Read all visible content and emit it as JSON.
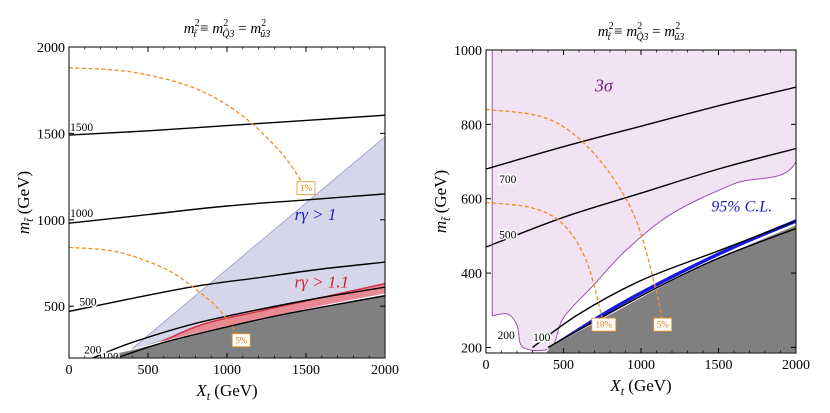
{
  "colors": {
    "excluded": "#808080",
    "blue_region": "#d6d6ea",
    "blue_region_edge": "#9a9ac8",
    "red_band": "#e88a96",
    "red_edge": "#d2384a",
    "orange": "#f08c1e",
    "purple_region": "#f1e3f3",
    "purple_edge": "#9b4fb0",
    "blue_band": "#1a1adc",
    "contour": "#000000",
    "label_blue": "#1a1ac8",
    "label_red": "#d81a2a",
    "label_purple": "#7a1a8a"
  },
  "chart_data": [
    {
      "type": "contour",
      "title": "m²t̃ ≡ m²Q̃3 = m²ũ3",
      "title_parts": {
        "lhs": "m",
        "lhs_sub": "t̃",
        "eq1": "≡",
        "mid": "m",
        "mid_sub": "Q̃3",
        "eq2": "=",
        "rhs": "m",
        "rhs_sub": "ũ3"
      },
      "xlabel": "X",
      "xlabel_sub": "t",
      "xlabel_unit": "(GeV)",
      "ylabel": "m",
      "ylabel_sub": "t̃",
      "ylabel_unit": "(GeV)",
      "xlim": [
        0,
        2000
      ],
      "ylim": [
        200,
        2000
      ],
      "xticks": [
        "0",
        "500",
        "1000",
        "1500",
        "2000"
      ],
      "xtick_values": [
        0,
        500,
        1000,
        1500,
        2000
      ],
      "yticks": [
        "500",
        "1000",
        "1500",
        "2000"
      ],
      "ytick_values": [
        500,
        1000,
        1500,
        2000
      ],
      "excluded_boundary": [
        [
          150,
          200
        ],
        [
          400,
          250
        ],
        [
          800,
          340
        ],
        [
          1200,
          420
        ],
        [
          1600,
          500
        ],
        [
          2000,
          570
        ]
      ],
      "blue_region": [
        [
          330,
          200
        ],
        [
          2000,
          1480
        ],
        [
          2000,
          620
        ],
        [
          1600,
          540
        ],
        [
          1200,
          460
        ],
        [
          800,
          370
        ],
        [
          450,
          260
        ],
        [
          380,
          200
        ]
      ],
      "red_band_top": [
        [
          380,
          200
        ],
        [
          800,
          380
        ],
        [
          1200,
          470
        ],
        [
          1600,
          550
        ],
        [
          2000,
          630
        ]
      ],
      "contours": [
        {
          "label": "1500",
          "points": [
            [
              0,
              1490
            ],
            [
              500,
              1515
            ],
            [
              1000,
              1545
            ],
            [
              1500,
              1575
            ],
            [
              2000,
              1605
            ]
          ]
        },
        {
          "label": "1000",
          "points": [
            [
              0,
              980
            ],
            [
              500,
              1030
            ],
            [
              1000,
              1080
            ],
            [
              1500,
              1115
            ],
            [
              2000,
              1150
            ]
          ]
        },
        {
          "label": "500",
          "points": [
            [
              0,
              470
            ],
            [
              400,
              545
            ],
            [
              800,
              615
            ],
            [
              1200,
              665
            ],
            [
              1600,
              715
            ],
            [
              2000,
              755
            ]
          ]
        },
        {
          "label": "200",
          "points": [
            [
              150,
              200
            ],
            [
              400,
              290
            ],
            [
              800,
              400
            ],
            [
              1200,
              480
            ],
            [
              1600,
              550
            ],
            [
              2000,
              610
            ]
          ]
        },
        {
          "label": "100",
          "points": [
            [
              300,
              200
            ],
            [
              600,
              290
            ],
            [
              1000,
              380
            ],
            [
              1400,
              460
            ],
            [
              2000,
              560
            ]
          ]
        }
      ],
      "contour_label_positions": [
        [
          80,
          1530
        ],
        [
          80,
          1030
        ],
        [
          120,
          520
        ],
        [
          150,
          240
        ],
        [
          260,
          200
        ]
      ],
      "orange_curves": [
        {
          "label": "1%",
          "points": [
            [
              0,
              1880
            ],
            [
              400,
              1855
            ],
            [
              800,
              1760
            ],
            [
              1100,
              1600
            ],
            [
              1350,
              1380
            ],
            [
              1500,
              1180
            ]
          ]
        },
        {
          "label": "5%",
          "points": [
            [
              0,
              840
            ],
            [
              300,
              815
            ],
            [
              600,
              720
            ],
            [
              800,
              600
            ],
            [
              960,
              470
            ],
            [
              1090,
              300
            ]
          ]
        }
      ],
      "region_labels": [
        {
          "text": "rγ > 1",
          "x": 1560,
          "y": 1020,
          "color": "label_blue",
          "size": 17
        },
        {
          "text": "rγ > 1.1",
          "x": 1600,
          "y": 630,
          "color": "label_red",
          "size": 17
        }
      ]
    },
    {
      "type": "contour",
      "title": "m²t̃ ≡ m²Q̃3 = m²ũ3",
      "title_parts": {
        "lhs": "m",
        "lhs_sub": "t̃",
        "eq1": "≡",
        "mid": "m",
        "mid_sub": "Q̃3",
        "eq2": "=",
        "rhs": "m",
        "rhs_sub": "ũ3"
      },
      "xlabel": "X",
      "xlabel_sub": "t",
      "xlabel_unit": "(GeV)",
      "ylabel": "m",
      "ylabel_sub": "t̃",
      "ylabel_unit": "(GeV)",
      "xlim": [
        0,
        2000
      ],
      "ylim": [
        185,
        1000
      ],
      "xticks": [
        "0",
        "500",
        "1000",
        "1500",
        "2000"
      ],
      "xtick_values": [
        0,
        500,
        1000,
        1500,
        2000
      ],
      "yticks": [
        "200",
        "400",
        "600",
        "800",
        "1000"
      ],
      "ytick_values": [
        200,
        400,
        600,
        800,
        1000
      ],
      "excluded_boundary": [
        [
          400,
          200
        ],
        [
          800,
          290
        ],
        [
          1200,
          380
        ],
        [
          1600,
          460
        ],
        [
          2000,
          530
        ],
        [
          2000,
          530
        ]
      ],
      "purple_region": [
        [
          40,
          1000
        ],
        [
          2000,
          1000
        ],
        [
          2000,
          700
        ],
        [
          1600,
          640
        ],
        [
          1200,
          560
        ],
        [
          900,
          460
        ],
        [
          700,
          370
        ],
        [
          500,
          280
        ],
        [
          420,
          200
        ],
        [
          240,
          200
        ],
        [
          200,
          260
        ],
        [
          140,
          290
        ],
        [
          40,
          285
        ]
      ],
      "blue_band_top": [
        [
          420,
          200
        ],
        [
          800,
          300
        ],
        [
          1200,
          390
        ],
        [
          1600,
          470
        ],
        [
          2000,
          540
        ]
      ],
      "contours": [
        {
          "label": "700",
          "points": [
            [
              0,
              680
            ],
            [
              500,
              740
            ],
            [
              1000,
              795
            ],
            [
              1500,
              850
            ],
            [
              2000,
              900
            ]
          ]
        },
        {
          "label": "500",
          "points": [
            [
              0,
              470
            ],
            [
              500,
              550
            ],
            [
              1000,
              615
            ],
            [
              1500,
              680
            ],
            [
              2000,
              735
            ]
          ]
        },
        {
          "label": "200",
          "points": [
            [
              300,
              200
            ],
            [
              600,
              290
            ],
            [
              1000,
              380
            ],
            [
              1500,
              460
            ],
            [
              2000,
              540
            ]
          ]
        },
        {
          "label": "100",
          "points": [
            [
              400,
              200
            ],
            [
              700,
              270
            ],
            [
              1100,
              360
            ],
            [
              1500,
              440
            ],
            [
              2000,
              520
            ]
          ]
        }
      ],
      "contour_label_positions": [
        [
          140,
          650
        ],
        [
          140,
          500
        ],
        [
          130,
          230
        ],
        [
          360,
          225
        ]
      ],
      "orange_curves": [
        {
          "label": "10%",
          "points": [
            [
              0,
              590
            ],
            [
              300,
              575
            ],
            [
              500,
              530
            ],
            [
              650,
              430
            ],
            [
              760,
              260
            ]
          ]
        },
        {
          "label": "5%",
          "points": [
            [
              0,
              840
            ],
            [
              400,
              815
            ],
            [
              700,
              720
            ],
            [
              950,
              560
            ],
            [
              1100,
              350
            ],
            [
              1140,
              260
            ]
          ]
        }
      ],
      "region_labels": [
        {
          "text": "3σ",
          "x": 760,
          "y": 900,
          "color": "label_purple",
          "size": 18
        },
        {
          "text": "95% C.L.",
          "x": 1650,
          "y": 575,
          "color": "label_blue",
          "size": 16
        }
      ]
    }
  ]
}
